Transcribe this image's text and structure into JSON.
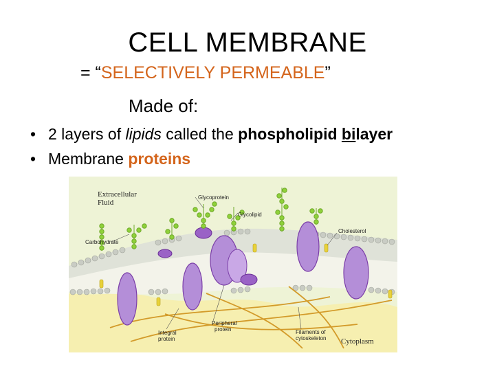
{
  "title": "CELL MEMBRANE",
  "subtitle": {
    "prefix": "= “",
    "highlight": "SELECTIVELY PERMEABLE",
    "suffix": "”"
  },
  "made_of": "Made of:",
  "bullets": [
    {
      "dot": "•",
      "pre": "2 layers of ",
      "italic": "lipids",
      "mid": " called the ",
      "bold_a": "phospholipid ",
      "bold_underlined": "bi",
      "bold_b": "layer"
    },
    {
      "dot": "•",
      "pre": "Membrane ",
      "highlight": "proteins"
    }
  ],
  "figure": {
    "labels": {
      "extracellular": "Extracellular",
      "fluid": "Fluid",
      "glycoprotein": "Glycoprotein",
      "glycolipid": "Glycolipid",
      "cholesterol": "Cholesterol",
      "carbohydrate": "Carbohydrate",
      "peripheral_1": "Peripheral",
      "peripheral_2": "protein",
      "integral_1": "Integral",
      "integral_2": "protein",
      "filaments_1": "Filaments of",
      "filaments_2": "cytoskeleton",
      "cytoplasm": "Cytoplasm"
    },
    "colors": {
      "background": "#eef3d6",
      "cytoplasm": "#f6efb0",
      "lipid_head": "#c9ccc4",
      "protein": "#b48ed8",
      "protein_dark": "#7b3fa8",
      "carbohydrate": "#8fd13a",
      "cholesterol": "#e8d23a",
      "filament": "#d39b2a"
    }
  }
}
